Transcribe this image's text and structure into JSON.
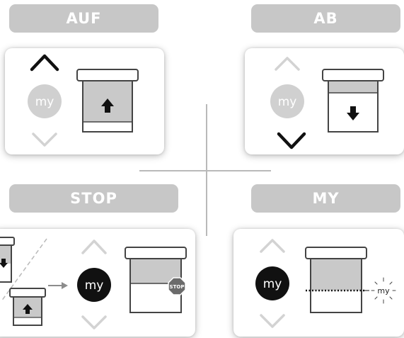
{
  "panels": {
    "up": {
      "title": "AUF",
      "my_label": "my"
    },
    "down": {
      "title": "AB",
      "my_label": "my"
    },
    "stop": {
      "title": "STOP",
      "my_label": "my",
      "sign_label": "STOP"
    },
    "my": {
      "title": "MY",
      "my_label": "my",
      "position_label": "my"
    }
  },
  "colors": {
    "pill_bg": "#c7c7c7",
    "active": "#111111",
    "inactive_button": "#d0d0d0",
    "inactive_arrow": "#d3d3d3",
    "blind": "#c9c9c9",
    "stop_sign": "#6b6b6b"
  }
}
